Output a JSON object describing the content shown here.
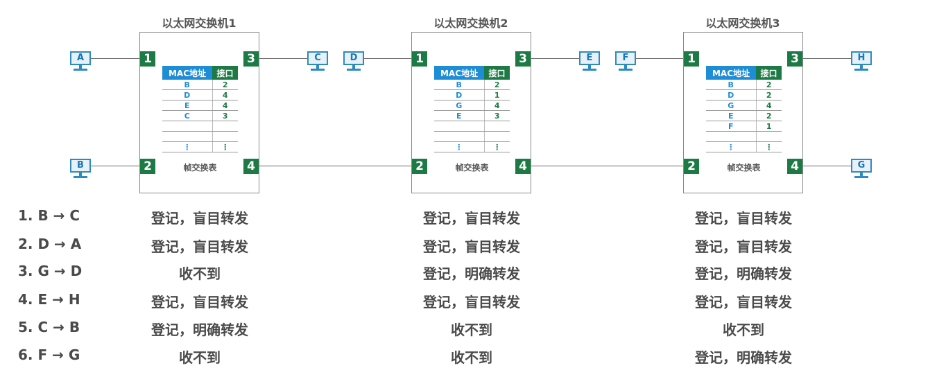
{
  "switches": [
    {
      "title": "以太网交换机1",
      "table_header": {
        "mac": "MAC地址",
        "port": "接口"
      },
      "rows": [
        {
          "mac": "B",
          "port": "2"
        },
        {
          "mac": "D",
          "port": "4"
        },
        {
          "mac": "E",
          "port": "4"
        },
        {
          "mac": "C",
          "port": "3"
        },
        {
          "mac": "",
          "port": ""
        },
        {
          "mac": "",
          "port": ""
        },
        {
          "mac": "⋮",
          "port": "⋮"
        }
      ],
      "caption": "帧交换表",
      "ports": {
        "p1": "1",
        "p2": "2",
        "p3": "3",
        "p4": "4"
      }
    },
    {
      "title": "以太网交换机2",
      "table_header": {
        "mac": "MAC地址",
        "port": "接口"
      },
      "rows": [
        {
          "mac": "B",
          "port": "2"
        },
        {
          "mac": "D",
          "port": "1"
        },
        {
          "mac": "G",
          "port": "4"
        },
        {
          "mac": "E",
          "port": "3"
        },
        {
          "mac": "",
          "port": ""
        },
        {
          "mac": "",
          "port": ""
        },
        {
          "mac": "⋮",
          "port": "⋮"
        }
      ],
      "caption": "帧交换表",
      "ports": {
        "p1": "1",
        "p2": "2",
        "p3": "3",
        "p4": "4"
      }
    },
    {
      "title": "以太网交换机3",
      "table_header": {
        "mac": "MAC地址",
        "port": "接口"
      },
      "rows": [
        {
          "mac": "B",
          "port": "2"
        },
        {
          "mac": "D",
          "port": "2"
        },
        {
          "mac": "G",
          "port": "4"
        },
        {
          "mac": "E",
          "port": "2"
        },
        {
          "mac": "F",
          "port": "1"
        },
        {
          "mac": "",
          "port": ""
        },
        {
          "mac": "⋮",
          "port": "⋮"
        }
      ],
      "caption": "帧交换表",
      "ports": {
        "p1": "1",
        "p2": "2",
        "p3": "3",
        "p4": "4"
      }
    }
  ],
  "hosts": [
    "A",
    "B",
    "C",
    "D",
    "E",
    "F",
    "H",
    "G"
  ],
  "events": [
    {
      "label": "1. B → C",
      "results": [
        "登记，盲目转发",
        "登记，盲目转发",
        "登记，盲目转发"
      ]
    },
    {
      "label": "2. D → A",
      "results": [
        "登记，盲目转发",
        "登记，盲目转发",
        "登记，盲目转发"
      ]
    },
    {
      "label": "3. G → D",
      "results": [
        "收不到",
        "登记，明确转发",
        "登记，明确转发"
      ]
    },
    {
      "label": "4. E → H",
      "results": [
        "登记，盲目转发",
        "登记，盲目转发",
        "登记，盲目转发"
      ]
    },
    {
      "label": "5. C → B",
      "results": [
        "登记，明确转发",
        "收不到",
        "收不到"
      ]
    },
    {
      "label": "6. F → G",
      "results": [
        "收不到",
        "收不到",
        "登记，明确转发"
      ]
    }
  ],
  "colors": {
    "port": "#1e7a45",
    "mac_header": "#1f8dd6",
    "host": "#2e8bc0"
  }
}
